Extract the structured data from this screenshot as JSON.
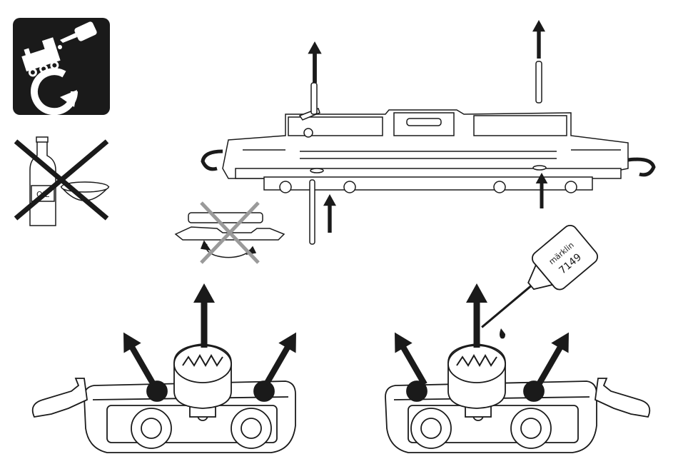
{
  "colors": {
    "ink": "#1a1a1a",
    "background": "#ffffff",
    "icon_tile": "#1a1a1a",
    "cross_gray": "#9a9a9a"
  },
  "maintenance_icon": {
    "icon": "locomotive-lubrication-cycle-icon"
  },
  "no_oil_icon": {
    "bottle_label": "OIL",
    "icon": "no-oil-icon"
  },
  "locomotive": {
    "icon": "locomotive-chassis-illustration",
    "arrows": [
      "axle-out-left",
      "axle-out-right",
      "axle-in-left",
      "axle-in-right"
    ]
  },
  "warning_icon": {
    "icon": "no-rotate-gear-icon"
  },
  "bogie_left": {
    "icon": "bogie-gear-illustration",
    "arrows": 3
  },
  "bogie_right": {
    "icon": "bogie-gear-illustration",
    "arrows": 3
  },
  "oiler": {
    "brand_text": "märklin",
    "part_number": "7149",
    "icon": "oil-dispenser-icon"
  }
}
